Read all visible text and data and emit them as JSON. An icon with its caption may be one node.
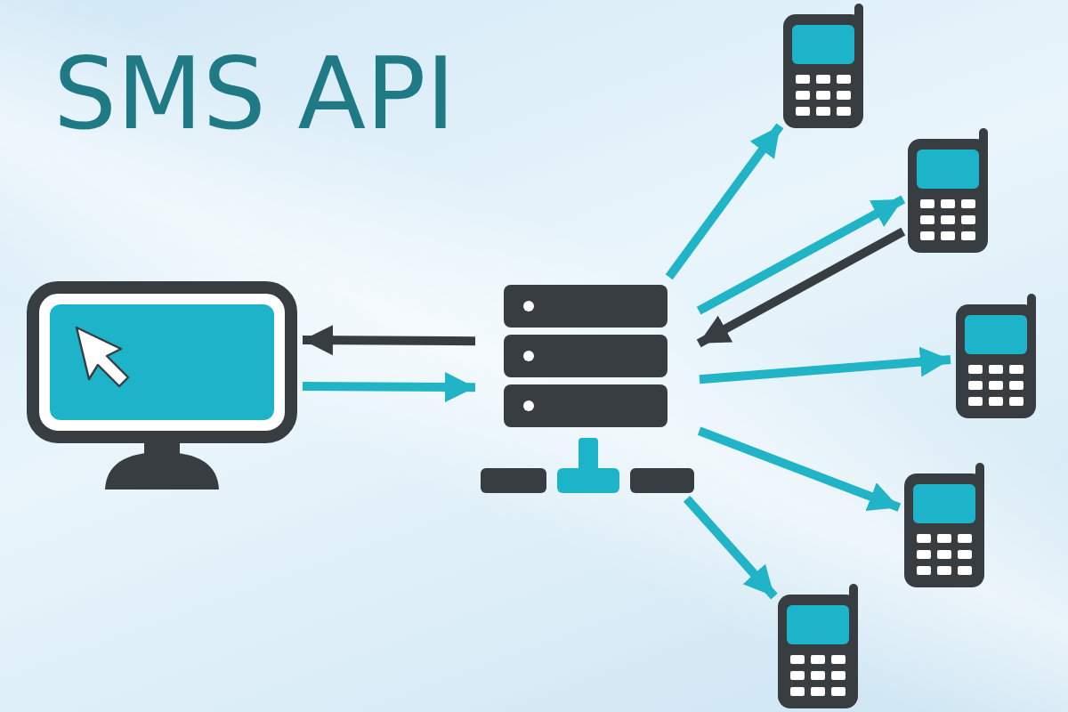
{
  "diagram": {
    "title": "SMS API",
    "nodes": [
      {
        "text": [],
        "shape": "picture"
      },
      {
        "text": [],
        "shape": "picture"
      },
      {
        "text": [],
        "shape": "picture"
      },
      {
        "text": [],
        "shape": "picture"
      },
      {
        "text": [],
        "shape": "picture"
      },
      {
        "text": [],
        "shape": "picture"
      },
      {
        "text": [],
        "shape": "picture"
      }
    ],
    "edges": [
      {
        "from": 1,
        "to": 0,
        "arrow": "to",
        "color": "#383d42"
      },
      {
        "from": 0,
        "to": 1,
        "arrow": "to"
      },
      {
        "from": 1,
        "to": 2,
        "arrow": "to"
      },
      {
        "from": 1,
        "to": 3,
        "arrow": "to"
      },
      {
        "from": 3,
        "to": 1,
        "arrow": "to",
        "color": "#383d42"
      },
      {
        "from": 1,
        "to": 4,
        "arrow": "to"
      },
      {
        "from": 1,
        "to": 5,
        "arrow": "to"
      },
      {
        "from": 1,
        "to": 6,
        "arrow": "to"
      }
    ]
  }
}
